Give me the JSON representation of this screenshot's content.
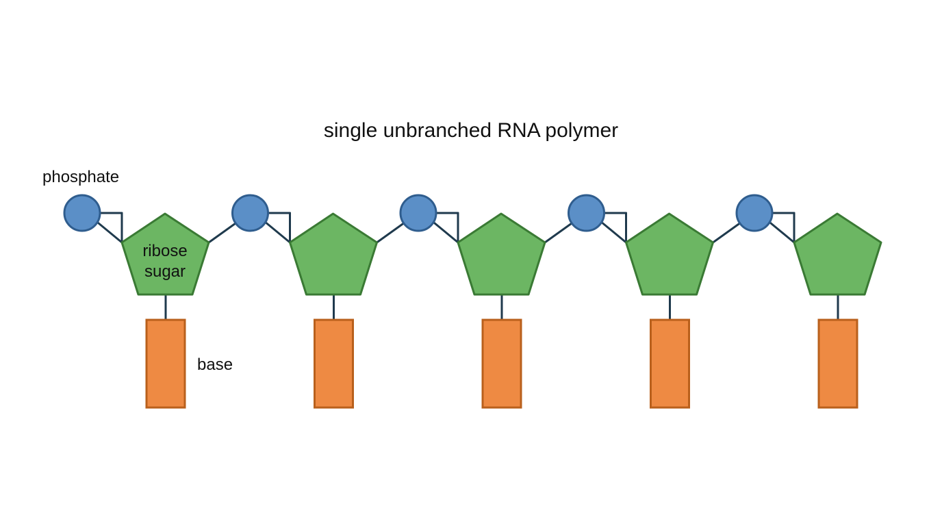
{
  "title": "single unbranched RNA polymer",
  "labels": {
    "phosphate": "phosphate",
    "sugar_line1": "ribose",
    "sugar_line2": "sugar",
    "base": "base"
  },
  "nucleotide_count": 5,
  "colors": {
    "phosphate_fill": "#5b8fc7",
    "phosphate_stroke": "#2f5d8e",
    "sugar_fill": "#6cb663",
    "sugar_stroke": "#3a7a34",
    "base_fill": "#ee8a43",
    "base_stroke": "#b9601c",
    "bond": "#1f3a4d",
    "text": "#111111"
  }
}
